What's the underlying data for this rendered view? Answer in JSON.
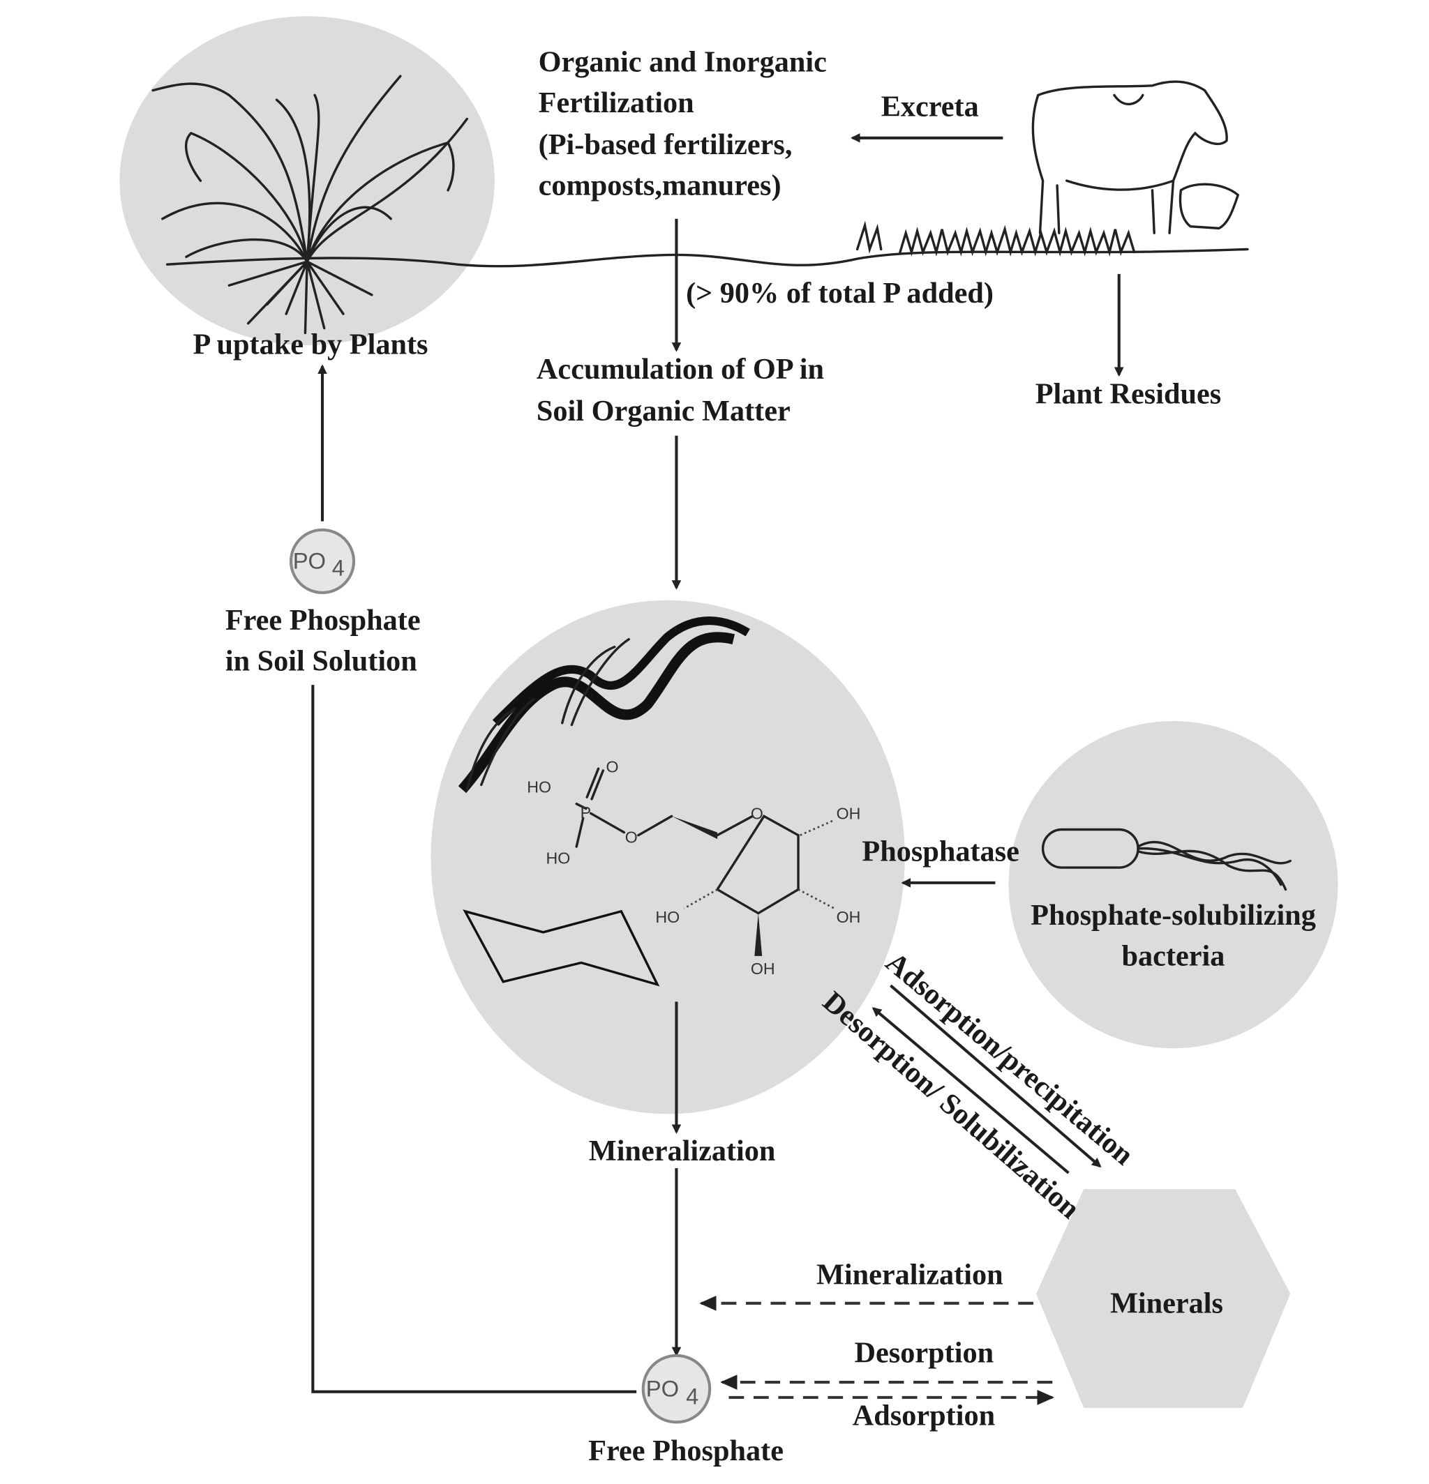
{
  "colors": {
    "shape_fill": "#dcdcdc",
    "ink": "#1a1a1a"
  },
  "labels": {
    "fert_1": "Organic and Inorganic",
    "fert_2": "Fertilization",
    "fert_3": "(Pi-based fertilizers,",
    "fert_4": "composts,manures)",
    "excreta": "Excreta",
    "pct": "(> 90% of total P added)",
    "uptake": "P uptake by Plants",
    "accum_1": "Accumulation of OP in",
    "accum_2": "Soil Organic Matter",
    "residues": "Plant Residues",
    "free_sol_1": "Free Phosphate",
    "free_sol_2": "in Soil Solution",
    "phosphatase": "Phosphatase",
    "psb_1": "Phosphate-solubilizing",
    "psb_2": "bacteria",
    "ads_prec": "Adsorption/precipitation",
    "des_sol": "Desorption/ Solubilization",
    "mineralization_main": "Mineralization",
    "minerals": "Minerals",
    "mineralization_dash": "Mineralization",
    "desorption": "Desorption",
    "adsorption": "Adsorption",
    "free_bottom": "Free Phosphate",
    "po4": "PO",
    "po4_sub": "4"
  },
  "molecule": {
    "ho1": "HO",
    "ho2": "HO",
    "o_dbl": "O",
    "p": "P",
    "o_link": "O",
    "o_ring": "O",
    "oh1": "OH",
    "oh2": "OH",
    "oh3": "OH",
    "ho3": "HO"
  },
  "icons": [
    "plant-icon",
    "cow-icon",
    "grass-icon",
    "dna-icon",
    "glucose-6-phosphate-icon",
    "cyclohexane-icon",
    "bacterium-icon",
    "phosphate-icon"
  ]
}
